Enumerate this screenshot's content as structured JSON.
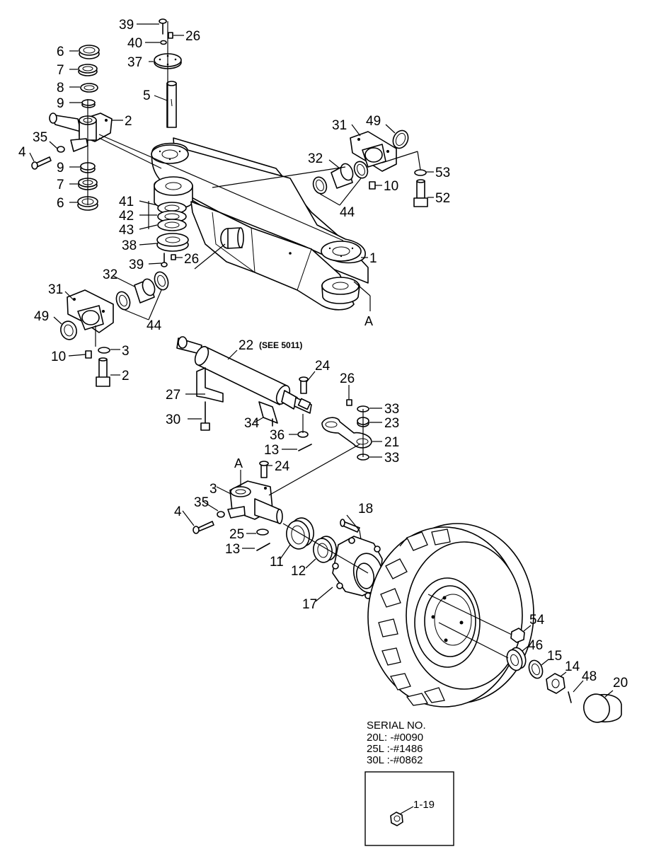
{
  "callouts": {
    "c39a": "39",
    "c40": "40",
    "c26a": "26",
    "c37": "37",
    "c5": "5",
    "c6a": "6",
    "c7a": "7",
    "c8": "8",
    "c9a": "9",
    "c2a": "2",
    "c35a": "35",
    "c4a": "4",
    "c9b": "9",
    "c7b": "7",
    "c6b": "6",
    "c41": "41",
    "c42": "42",
    "c43": "43",
    "c38": "38",
    "c39b": "39",
    "c26b": "26",
    "c31a": "31",
    "c49a": "49",
    "c32a": "32",
    "c53": "53",
    "c10a": "10",
    "c52": "52",
    "c44a": "44",
    "c1": "1",
    "cA1": "A",
    "c32b": "32",
    "c31b": "31",
    "c49b": "49",
    "c44b": "44",
    "c10b": "10",
    "c3a": "3",
    "c2b": "2",
    "c22": "22",
    "c22note": "(SEE 5011)",
    "c24a": "24",
    "c26c": "26",
    "c27": "27",
    "c33a": "33",
    "c23": "23",
    "c30": "30",
    "c34": "34",
    "c36": "36",
    "c21": "21",
    "c13a": "13",
    "c33b": "33",
    "cA2": "A",
    "c24b": "24",
    "c3b": "3",
    "c35b": "35",
    "c4b": "4",
    "c25": "25",
    "c13b": "13",
    "c18": "18",
    "c11": "11",
    "c12": "12",
    "c17": "17",
    "c54": "54",
    "c46": "46",
    "c15": "15",
    "c14": "14",
    "c48": "48",
    "c20": "20"
  },
  "serial_note": {
    "title": "SERIAL NO.",
    "line1": "20L: -#0090",
    "line2": "25L :-#1486",
    "line3": "30L :-#0862"
  },
  "inset": {
    "label": "1-19"
  }
}
